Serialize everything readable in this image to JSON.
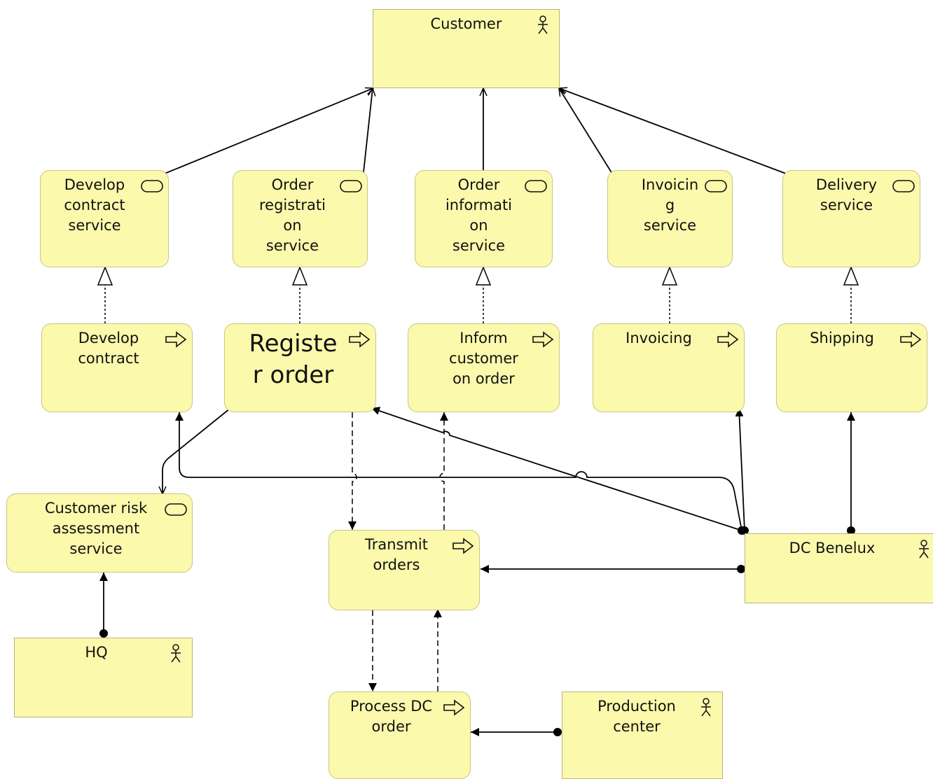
{
  "nodes": {
    "customer": "Customer",
    "develop_contract_service": "Develop\ncontract\nservice",
    "order_registration_service": "Order\nregistrati\non\nservice",
    "order_information_service": "Order\ninformati\non\nservice",
    "invoicing_service": "Invoicin\ng\nservice",
    "delivery_service": "Delivery\nservice",
    "develop_contract": "Develop\ncontract",
    "register_order": "Registe\nr order",
    "inform_customer": "Inform\ncustomer\non order",
    "invoicing": "Invoicing",
    "shipping": "Shipping",
    "customer_risk": "Customer risk\nassessment\nservice",
    "transmit_orders": "Transmit\norders",
    "dc_benelux": "DC Benelux",
    "hq": "HQ",
    "process_dc_order": "Process DC\norder",
    "production_center": "Production\ncenter"
  },
  "colors": {
    "element_fill": "#fbf9ac",
    "element_border": "#c9c585",
    "line": "#000000"
  },
  "icons": {
    "actor": "actor-icon",
    "service": "service-icon",
    "process": "process-arrow-icon"
  }
}
